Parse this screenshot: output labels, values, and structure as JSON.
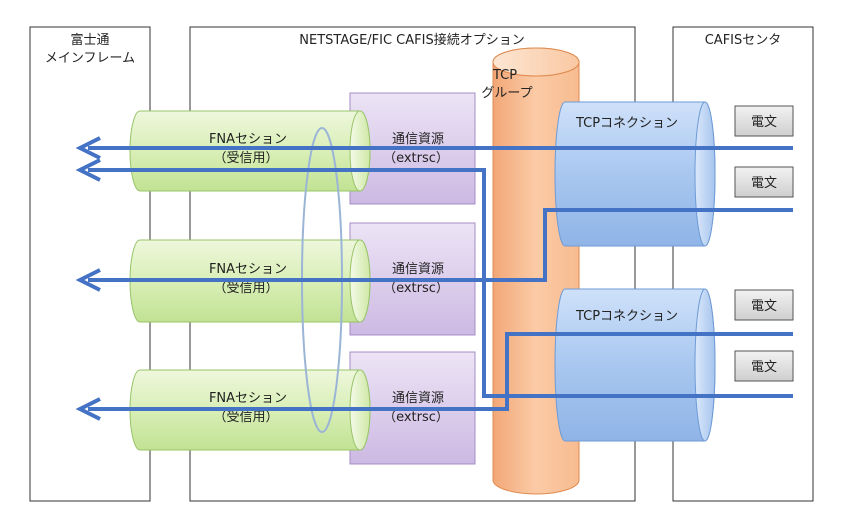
{
  "panels": {
    "mainframe": {
      "line1": "富士通",
      "line2": "メインフレーム"
    },
    "netstage": {
      "title": "NETSTAGE/FIC  CAFIS接続オプション"
    },
    "cafis": {
      "title": "CAFISセンタ"
    }
  },
  "fna_sessions": [
    {
      "line1": "FNAセション",
      "line2": "（受信用）"
    },
    {
      "line1": "FNAセション",
      "line2": "（受信用）"
    },
    {
      "line1": "FNAセション",
      "line2": "（受信用）"
    }
  ],
  "resources": [
    {
      "line1": "通信資源",
      "line2": "（extrsc）"
    },
    {
      "line1": "通信資源",
      "line2": "（extrsc）"
    },
    {
      "line1": "通信資源",
      "line2": "（extrsc）"
    }
  ],
  "tcp_group": {
    "line1": "TCP",
    "line2": "グループ"
  },
  "tcp_connections": [
    {
      "label": "TCPコネクション"
    },
    {
      "label": "TCPコネクション"
    }
  ],
  "messages": [
    {
      "label": "電文"
    },
    {
      "label": "電文"
    },
    {
      "label": "電文"
    },
    {
      "label": "電文"
    }
  ],
  "colors": {
    "arrow": "#4472c4",
    "fna_fill": "#d5ebb4",
    "resource_fill": "#d9cce8",
    "tcp_group_fill": "#f7b584",
    "tcp_conn_fill": "#a9c8f0",
    "message_fill": "#e0e0e0"
  }
}
